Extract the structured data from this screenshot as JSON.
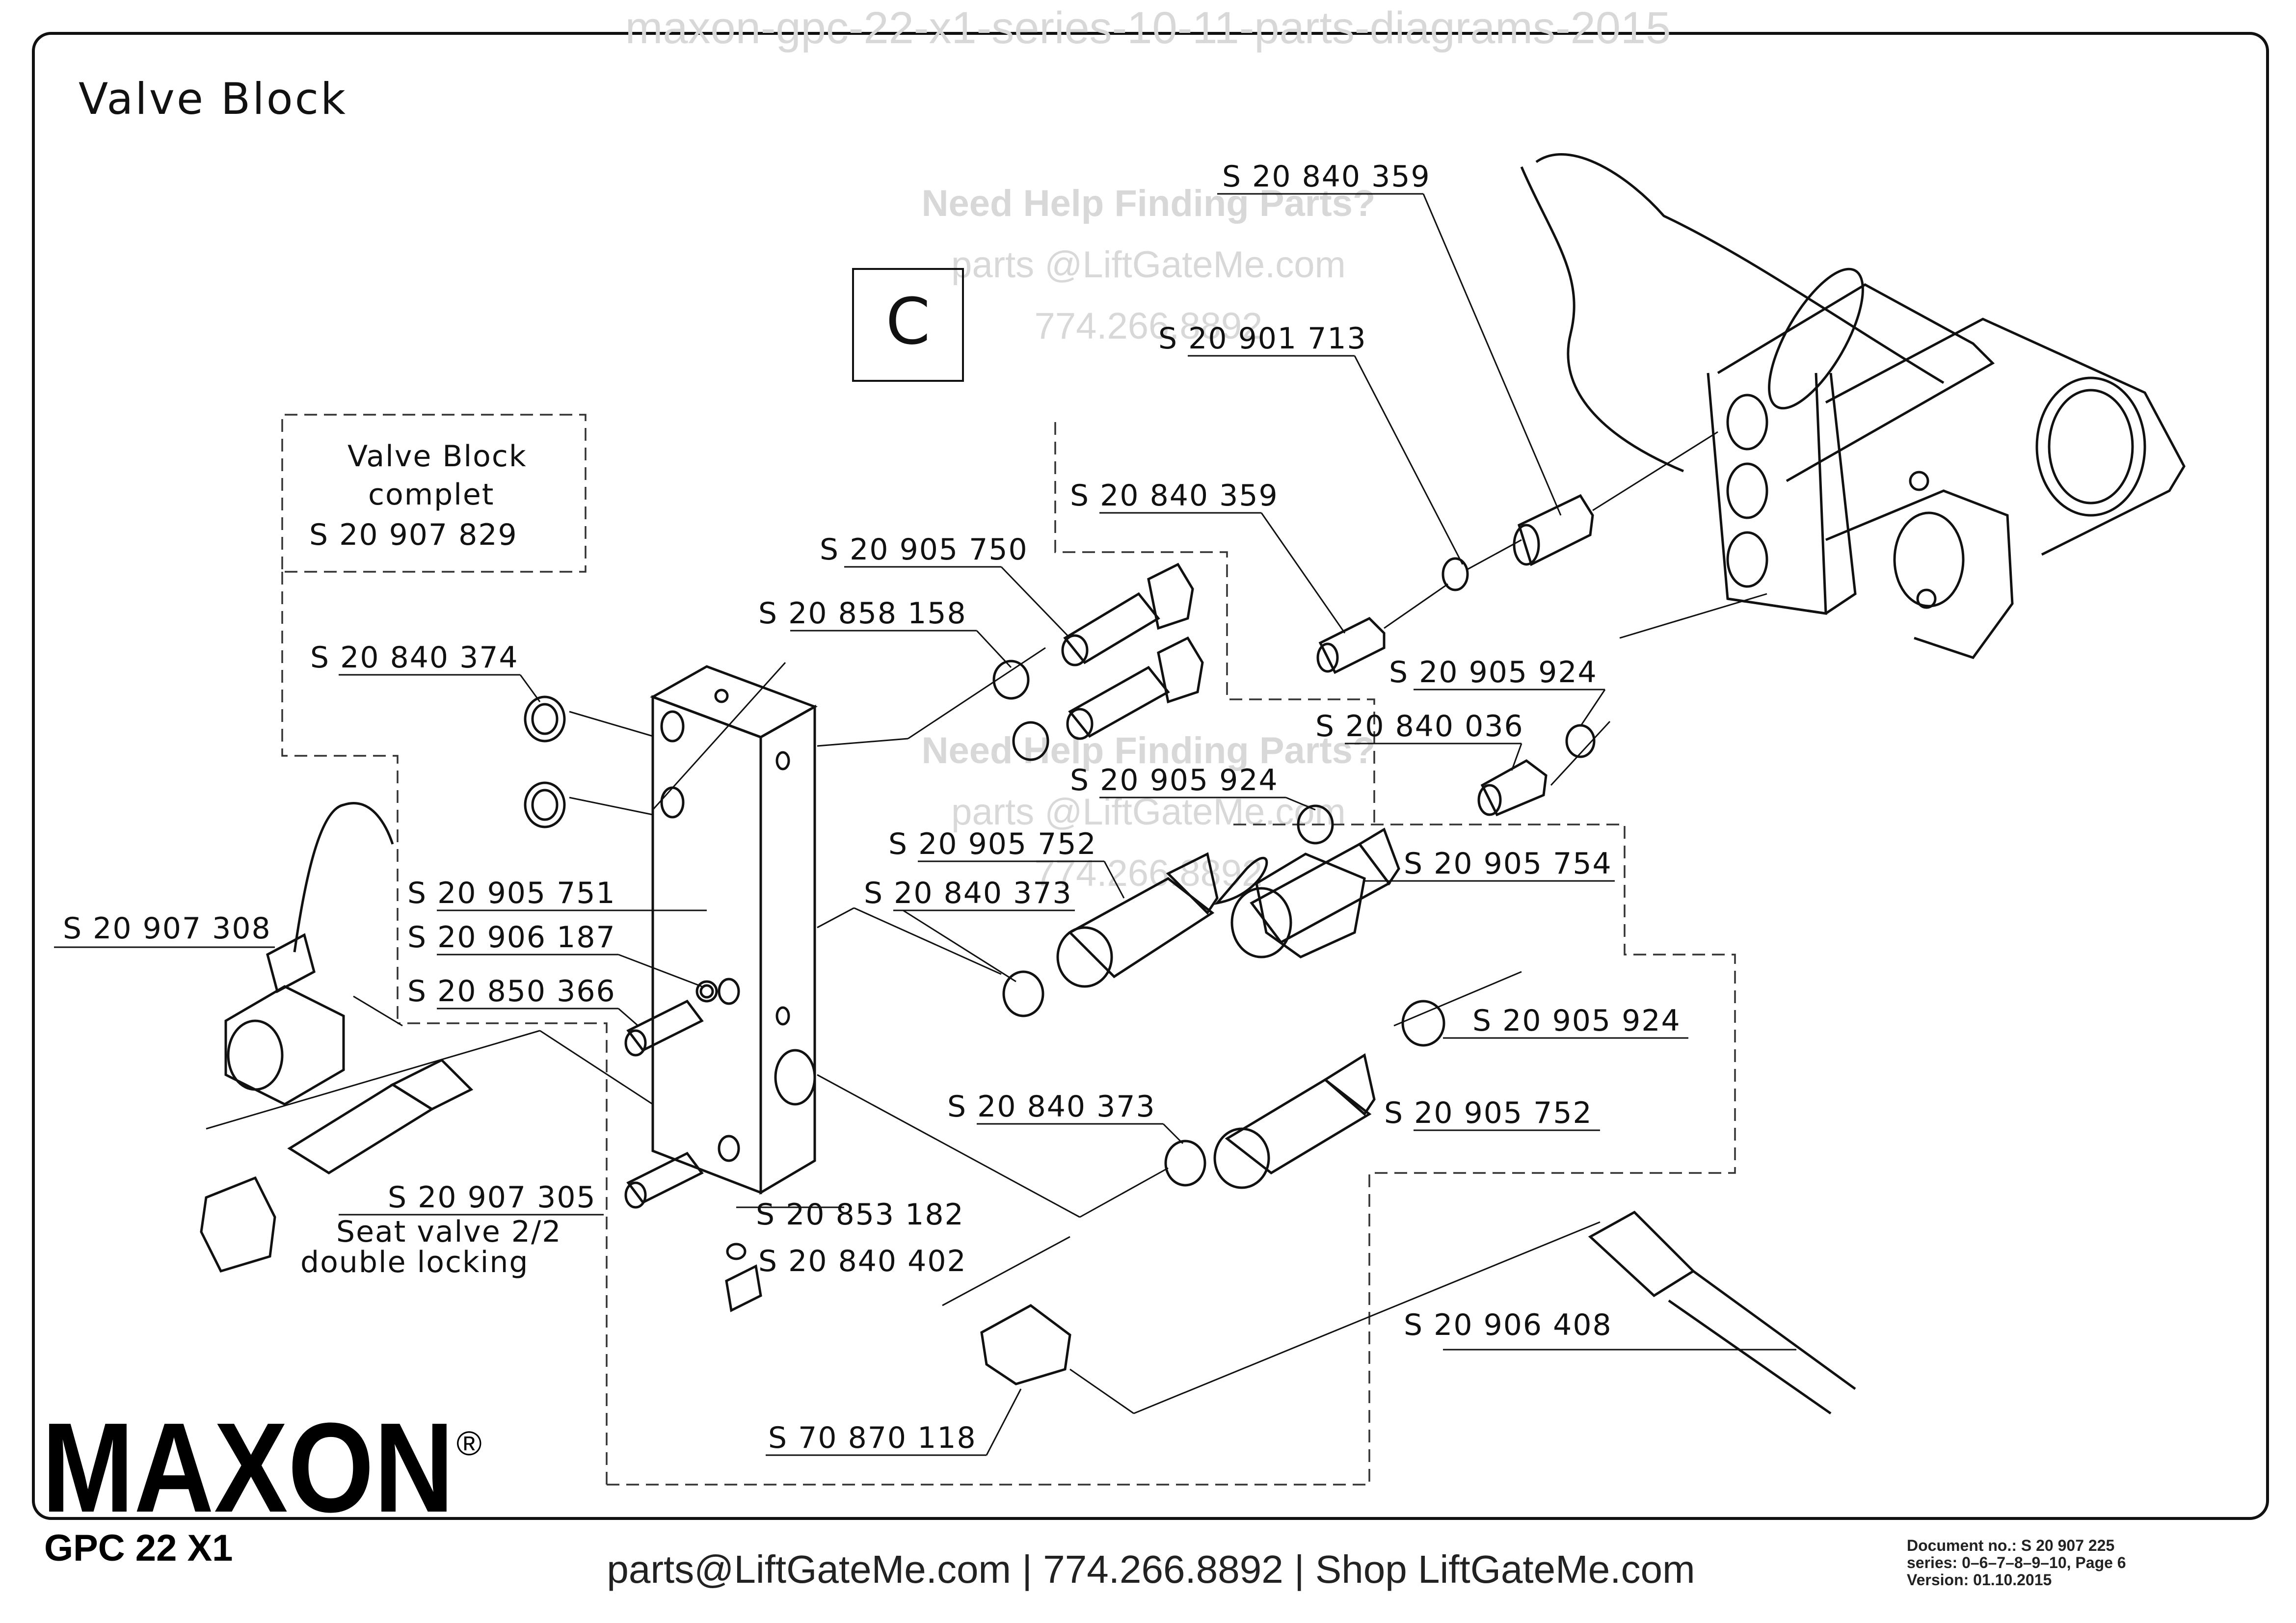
{
  "title": "Valve Block",
  "watermark_top": "maxon-gpc-22-x1-series-10-11-parts-diagrams-2015",
  "watermark_help": {
    "heading": "Need Help Finding Parts?",
    "email": "parts @LiftGateMe.com",
    "phone": "774.266.8892"
  },
  "section_letter": "C",
  "assembly_box": {
    "line1": "Valve Block",
    "line2": "complet",
    "line3": "S 20 907 829"
  },
  "seat_valve_note": {
    "line1": "Seat valve 2/2",
    "line2": "double locking"
  },
  "part_labels": [
    "S 20 840 359",
    "S 20 901 713",
    "S 20 840 359",
    "S 20 905 750",
    "S 20 858 158",
    "S 20 840 374",
    "S 20 905 924",
    "S 20 840 036",
    "S 20 905 924",
    "S 20 905 752",
    "S 20 905 754",
    "S 20 840 373",
    "S 20 905 751",
    "S 20 907 308",
    "S 20 906 187",
    "S 20 850 366",
    "S 20 905 924",
    "S 20 840 373",
    "S 20 905 752",
    "S 20 907 305",
    "S 20 853 182",
    "S 20 840 402",
    "S 20 906 408",
    "S 70 870 118"
  ],
  "brand": {
    "logo": "MAXON",
    "registered": "®",
    "model": "GPC 22 X1"
  },
  "footer_contact": "parts@LiftGateMe.com | 774.266.8892 | Shop LiftGateMe.com",
  "doc_info": {
    "document": "Document no.:  S 20 907 225",
    "series": "series:  0–6–7–8–9–10, Page 6",
    "version": "Version:  01.10.2015"
  }
}
